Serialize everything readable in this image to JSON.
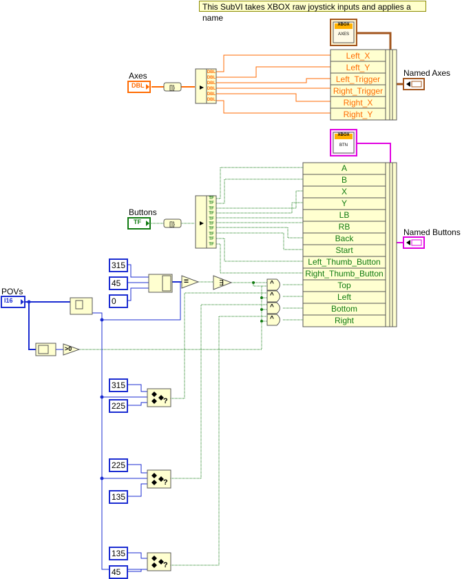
{
  "comment": "This SubVI takes XBOX raw joystick inputs and applies a name",
  "controls": {
    "axes": {
      "label": "Axes",
      "type": "DBL"
    },
    "buttons": {
      "label": "Buttons",
      "type": "TF"
    },
    "povs": {
      "label": "POVs",
      "type": "I16"
    }
  },
  "indicators": {
    "named_axes": "Named Axes",
    "named_buttons": "Named Buttons"
  },
  "typedefs": {
    "axes": {
      "top": "XBOX",
      "bottom": "AXES"
    },
    "buttons": {
      "top": "XBOX",
      "bottom": "BTN"
    }
  },
  "index_array_types": {
    "axes": [
      "DBL",
      "DBL",
      "DBL",
      "DBL",
      "DBL",
      "DBL"
    ],
    "buttons": [
      "TF",
      "TF",
      "TF",
      "TF",
      "TF",
      "TF",
      "TF",
      "TF",
      "TF",
      "TF"
    ]
  },
  "axis_names": [
    "Left_X",
    "Left_Y",
    "Left_Trigger",
    "Right_Trigger",
    "Right_X",
    "Right_Y"
  ],
  "button_names": [
    "A",
    "B",
    "X",
    "Y",
    "LB",
    "RB",
    "Back",
    "Start",
    "Left_Thumb_Button",
    "Right_Thumb_Button",
    "Top",
    "Left",
    "Bottom",
    "Right"
  ],
  "constants": {
    "c315a": "315",
    "c45a": "45",
    "c0": "0",
    "c315b": "315",
    "c225a": "225",
    "c225b": "225",
    "c135a": "135",
    "c135b": "135",
    "c45b": "45"
  },
  "operators": {
    "equal": "=",
    "gt0": ">0",
    "and": "^",
    "in_range": "?"
  },
  "colors": {
    "numeric_dbl": "#ff6a00",
    "numeric_int": "#1a2bd1",
    "boolean": "#0f7a0f",
    "cluster_axes": "#a2541c",
    "cluster_buttons": "#e000e0",
    "node_fill": "#ffffd0",
    "comment_bg": "#ffffcc"
  }
}
